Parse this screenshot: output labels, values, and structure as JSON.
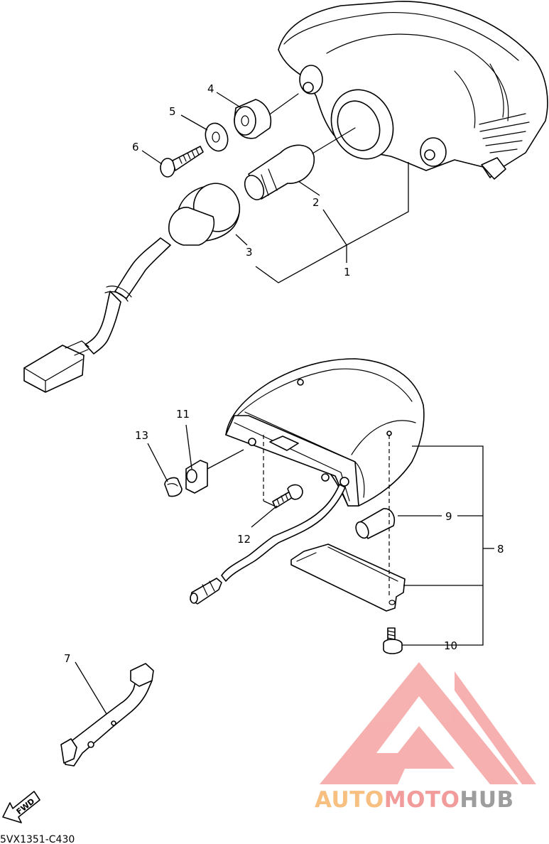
{
  "diagram": {
    "code": "5VX1351-C430",
    "fwd_label": "FWD",
    "callouts": {
      "c1": "1",
      "c2": "2",
      "c3": "3",
      "c4": "4",
      "c5": "5",
      "c6": "6",
      "c7": "7",
      "c8": "8",
      "c9": "9",
      "c10": "10",
      "c11": "11",
      "c12": "12",
      "c13": "13"
    }
  },
  "watermark": {
    "part1": "AUTO",
    "part2": "MOTO",
    "part3": "HUB",
    "color_red": "#f08a8a",
    "color_orange": "#f6b56a",
    "color_gray": "#8c8c8c"
  }
}
